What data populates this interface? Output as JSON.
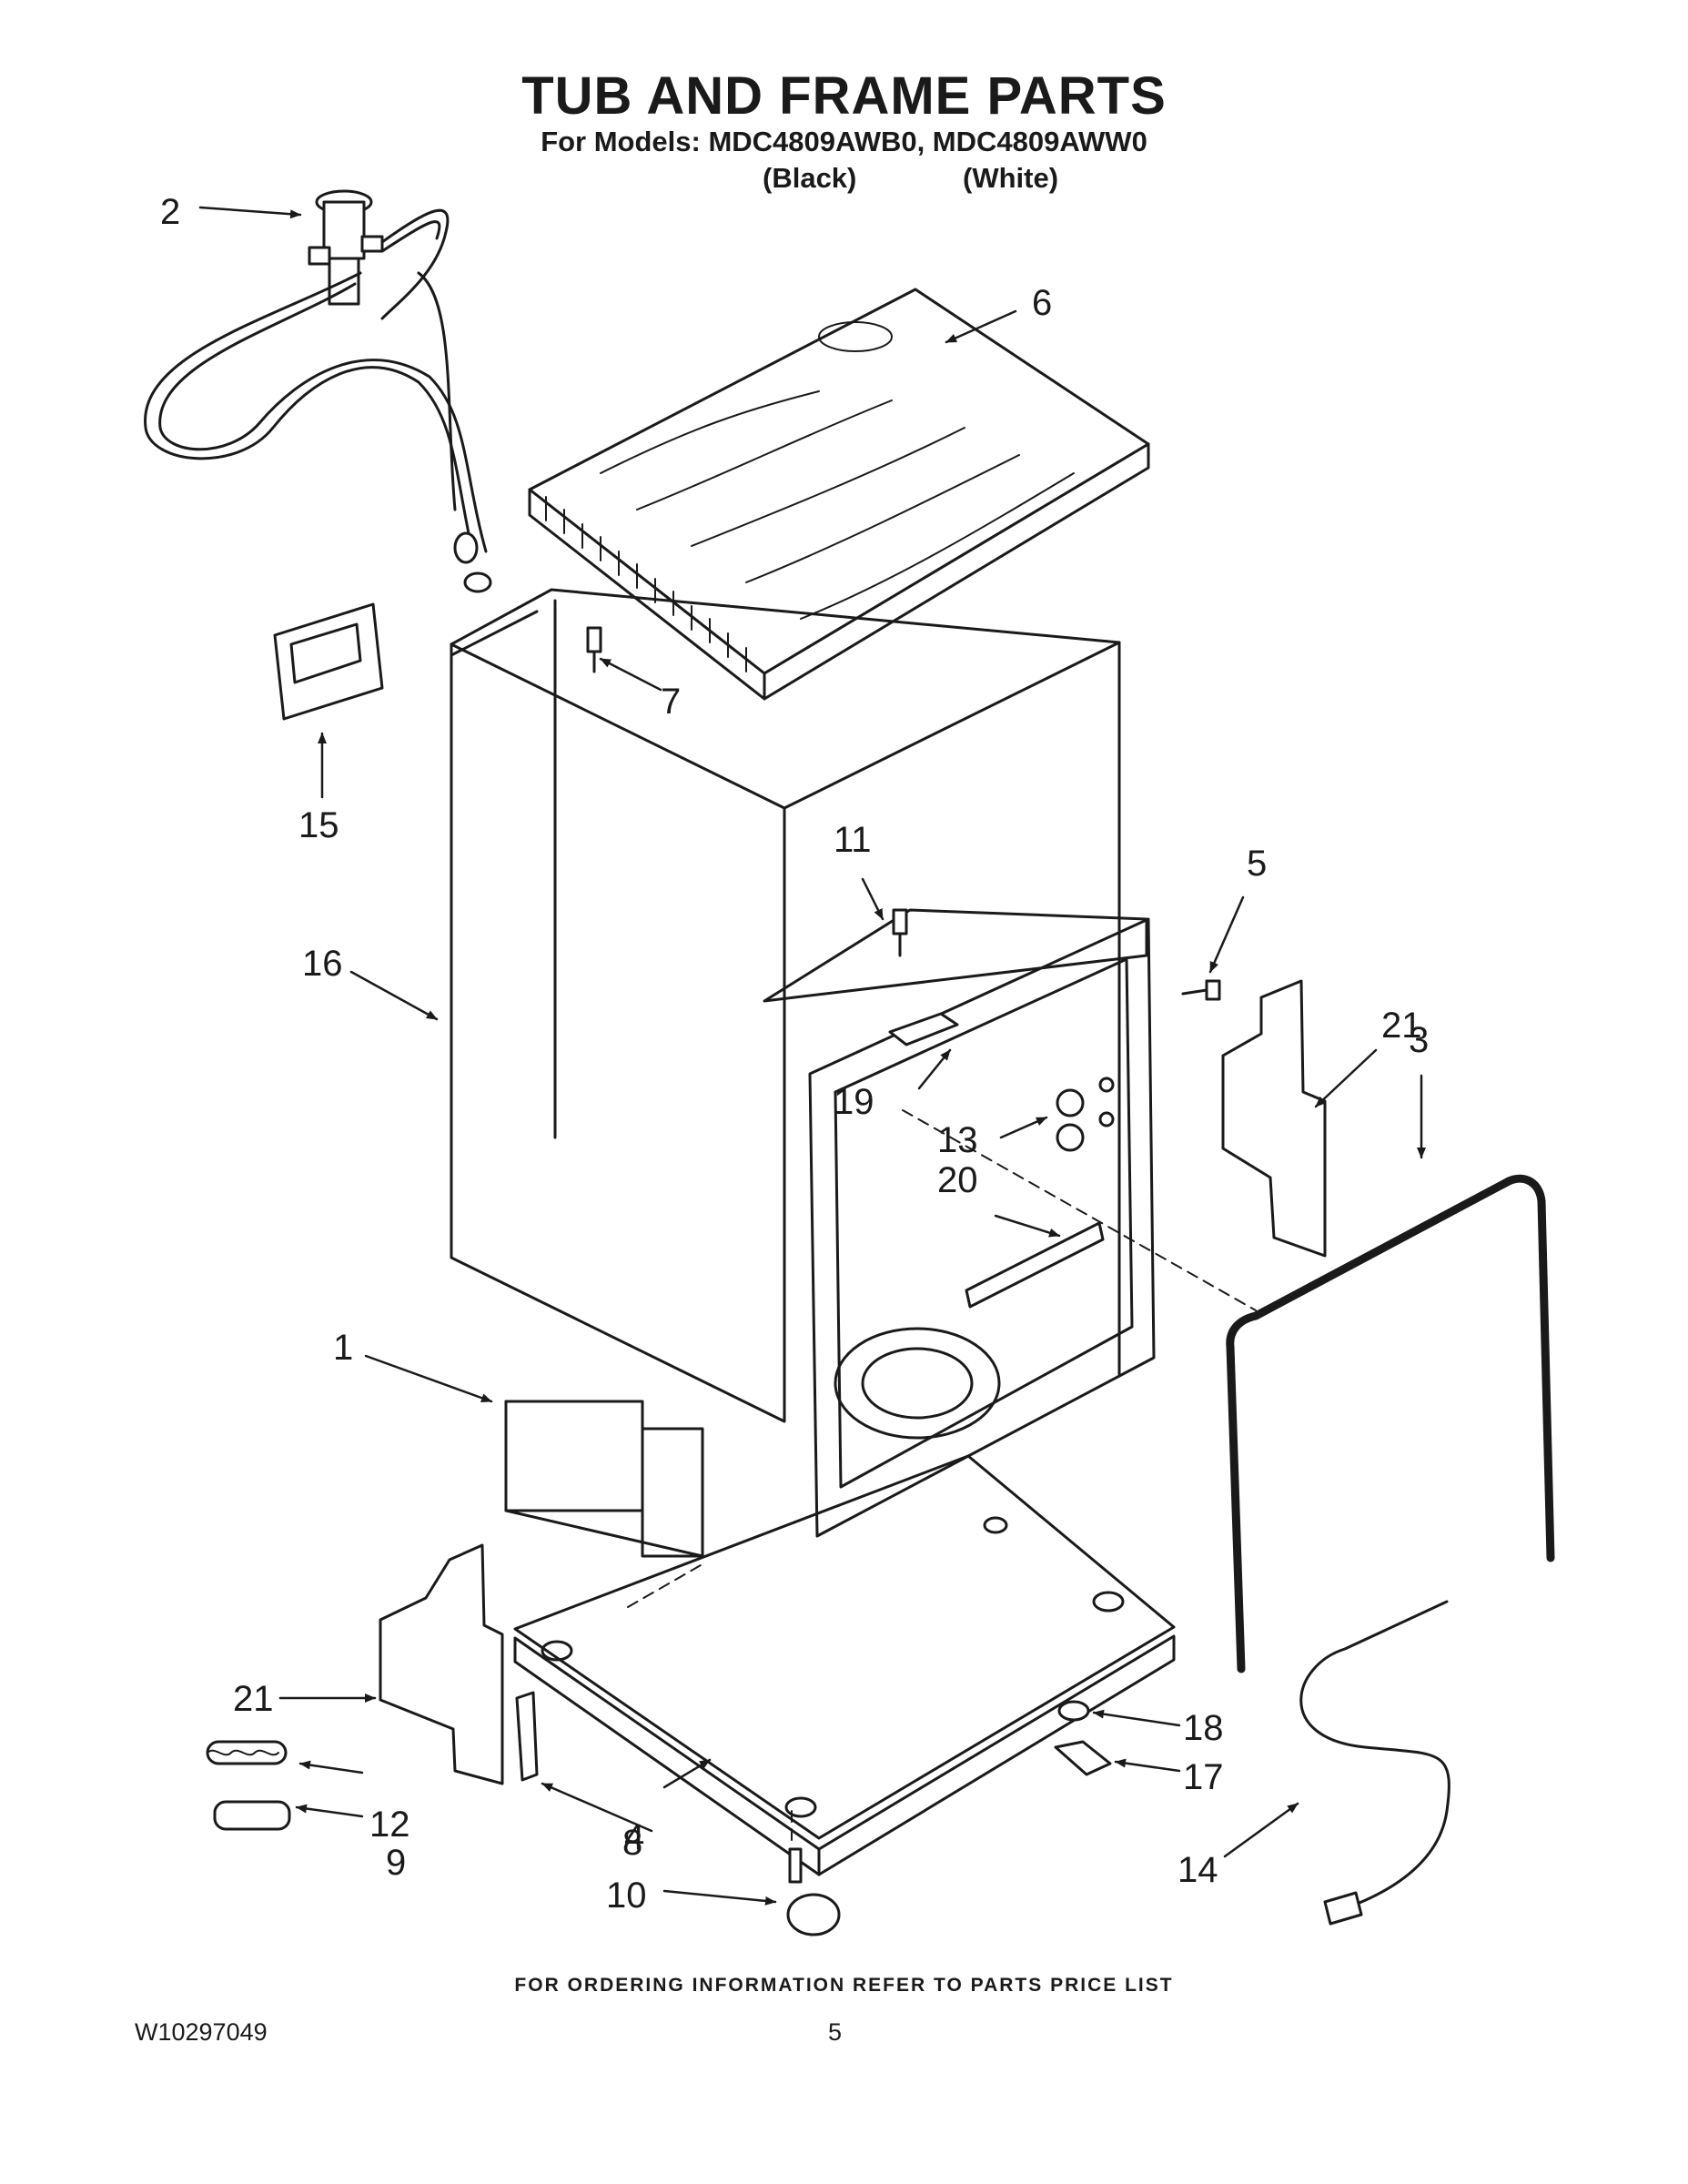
{
  "header": {
    "title": "TUB AND FRAME PARTS",
    "models_line": "For Models: MDC4809AWB0, MDC4809AWW0",
    "variant_black": "(Black)",
    "variant_white": "(White)"
  },
  "callouts": {
    "c1": "1",
    "c2": "2",
    "c3": "3",
    "c4": "4",
    "c5": "5",
    "c6": "6",
    "c7": "7",
    "c8": "8",
    "c9": "9",
    "c10": "10",
    "c11": "11",
    "c12": "12",
    "c13": "13",
    "c14": "14",
    "c15": "15",
    "c16": "16",
    "c17": "17",
    "c18": "18",
    "c19": "19",
    "c20": "20",
    "c21a": "21",
    "c21b": "21"
  },
  "footer": {
    "ordering_info": "FOR ORDERING INFORMATION REFER TO PARTS PRICE LIST",
    "document_number": "W10297049",
    "page_number": "5"
  }
}
